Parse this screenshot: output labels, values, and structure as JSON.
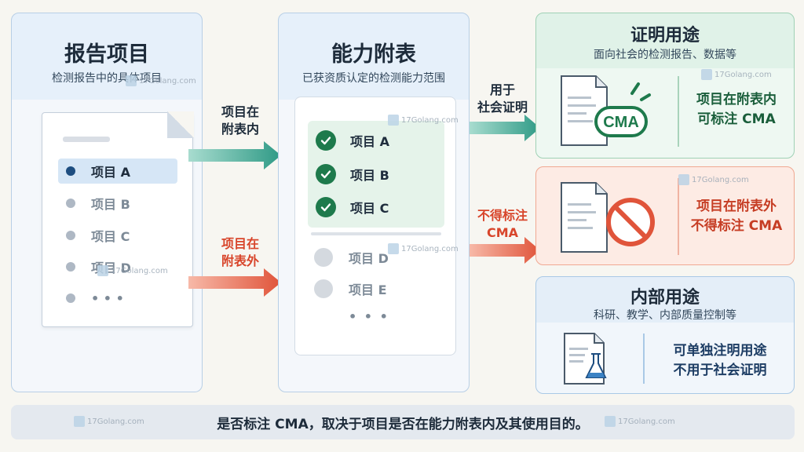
{
  "report_panel": {
    "title": "报告项目",
    "subtitle": "检测报告中的具体项目",
    "items": [
      "项目 A",
      "项目 B",
      "项目 C",
      "项目 D",
      "• • •"
    ]
  },
  "table_panel": {
    "title": "能力附表",
    "subtitle": "已获资质认定的检测能力范围",
    "in_items": [
      "项目 A",
      "项目 B",
      "项目 C"
    ],
    "out_items": [
      "项目 D",
      "项目 E"
    ],
    "ellipsis": "• • •"
  },
  "arrows": {
    "in_table": [
      "项目在",
      "附表内"
    ],
    "out_table": [
      "项目在",
      "附表外"
    ],
    "social_use": [
      "用于",
      "社会证明"
    ],
    "no_cma": [
      "不得标注",
      "CMA"
    ]
  },
  "cert_panel": {
    "title": "证明用途",
    "subtitle": "面向社会的检测报告、数据等",
    "badge": "CMA",
    "note": [
      "项目在附表内",
      "可标注 CMA"
    ]
  },
  "nocma_panel": {
    "note": [
      "项目在附表外",
      "不得标注 CMA"
    ]
  },
  "internal_panel": {
    "title": "内部用途",
    "subtitle": "科研、教学、内部质量控制等",
    "note": [
      "可单独注明用途",
      "不用于社会证明"
    ]
  },
  "footer": "是否标注 CMA，取决于项目是否在能力附表内及其使用目的。",
  "watermark": "17Golang.com",
  "colors": {
    "green": "#1e7a4c",
    "teal_arrow": "#2f9a86",
    "red": "#e0543a",
    "navy": "#1d4d80"
  }
}
